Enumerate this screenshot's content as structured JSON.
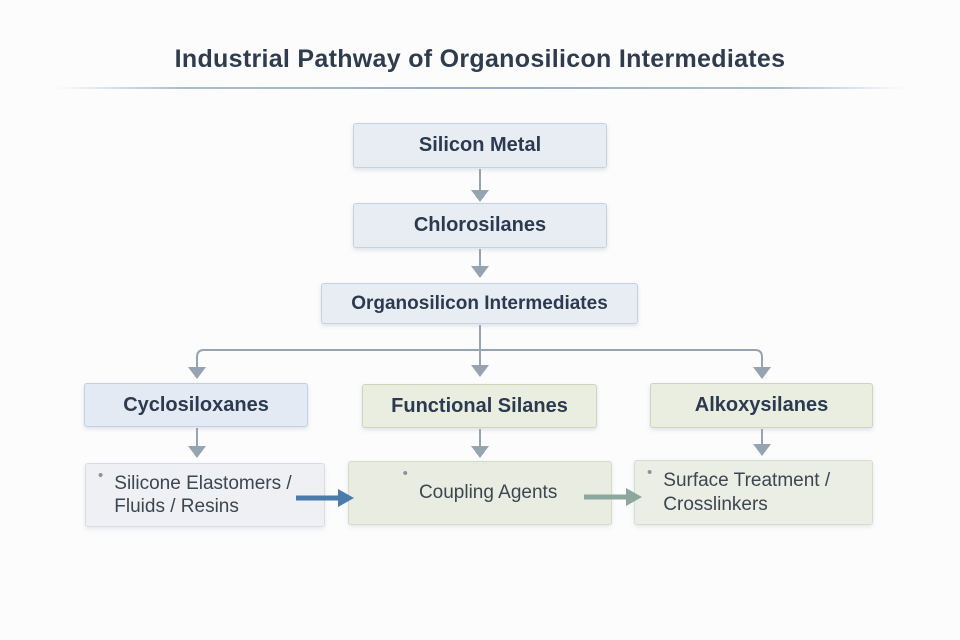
{
  "title": "Industrial Pathway of Organosilicon Intermediates",
  "colors": {
    "background": "#fcfcfd",
    "title_text": "#2f3c4e",
    "header_text": "#2c3a50",
    "product_text": "#3c4650",
    "tree_arrow": "#96a4b2",
    "elastomers_to_coupling_arrow": "#4a7cab",
    "coupling_to_surface_arrow": "#8da69e",
    "blue_box_fill": "#e8edf4",
    "green_box_fill": "#e9eee1"
  },
  "flow": {
    "chain": [
      {
        "label": "Silicon Metal"
      },
      {
        "label": "Chlorosilanes"
      },
      {
        "label": "Organosilicon Intermediates"
      }
    ],
    "branches": [
      {
        "label": "Cyclosiloxanes",
        "product": "Silicone Elastomers / Fluids / Resins"
      },
      {
        "label": "Functional Silanes",
        "product": "Coupling Agents"
      },
      {
        "label": "Alkoxysilanes",
        "product": "Surface Treatment / Crosslinkers"
      }
    ]
  }
}
